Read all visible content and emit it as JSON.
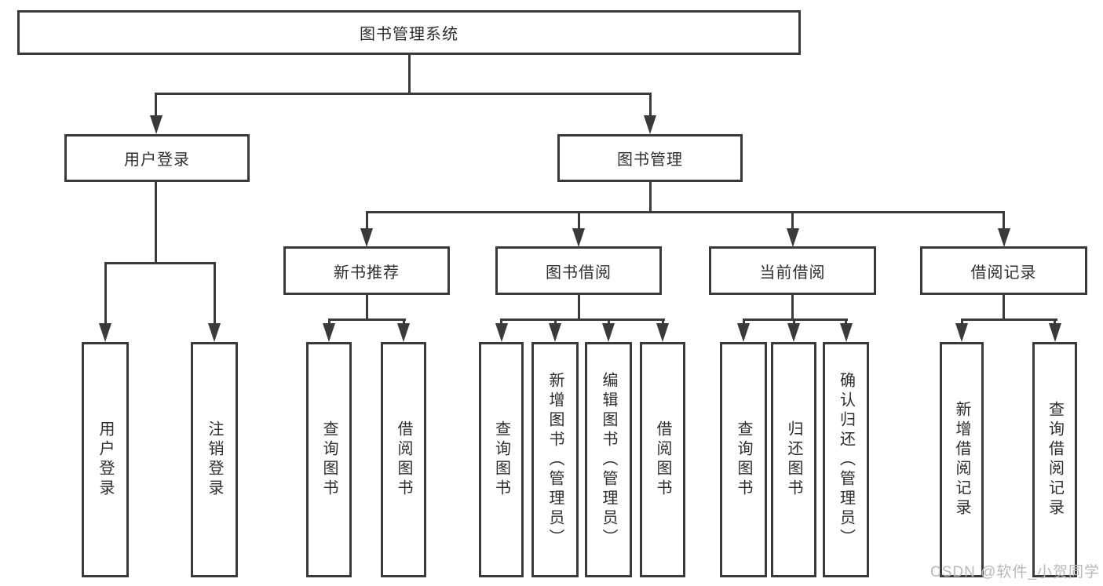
{
  "nodes": {
    "root": {
      "label": "图书管理系统"
    },
    "user_login": {
      "label": "用户登录"
    },
    "book_management": {
      "label": "图书管理"
    },
    "new_book_recommend": {
      "label": "新书推荐"
    },
    "book_borrowing": {
      "label": "图书借阅"
    },
    "current_borrowing": {
      "label": "当前借阅"
    },
    "borrow_records": {
      "label": "借阅记录"
    },
    "leaf_user_login": {
      "label": "用户登录"
    },
    "leaf_logout": {
      "label": "注销登录"
    },
    "leaf_query_books_a": {
      "label": "查询图书"
    },
    "leaf_borrow_books_a": {
      "label": "借阅图书"
    },
    "leaf_query_books_b": {
      "label": "查询图书"
    },
    "leaf_add_book_admin": {
      "label": "新增图书（管理员）"
    },
    "leaf_edit_book_admin": {
      "label": "编辑图书（管理员）"
    },
    "leaf_borrow_books_b": {
      "label": "借阅图书"
    },
    "leaf_query_books_c": {
      "label": "查询图书"
    },
    "leaf_return_book": {
      "label": "归还图书"
    },
    "leaf_confirm_return_admin": {
      "label": "确认归还（管理员）"
    },
    "leaf_add_borrow_record": {
      "label": "新增借阅记录"
    },
    "leaf_query_borrow_record": {
      "label": "查询借阅记录"
    }
  },
  "hierarchy": {
    "root": [
      "user_login",
      "book_management"
    ],
    "user_login": [
      "leaf_user_login",
      "leaf_logout"
    ],
    "book_management": [
      "new_book_recommend",
      "book_borrowing",
      "current_borrowing",
      "borrow_records"
    ],
    "new_book_recommend": [
      "leaf_query_books_a",
      "leaf_borrow_books_a"
    ],
    "book_borrowing": [
      "leaf_query_books_b",
      "leaf_add_book_admin",
      "leaf_edit_book_admin",
      "leaf_borrow_books_b"
    ],
    "current_borrowing": [
      "leaf_query_books_c",
      "leaf_return_book",
      "leaf_confirm_return_admin"
    ],
    "borrow_records": [
      "leaf_add_borrow_record",
      "leaf_query_borrow_record"
    ]
  },
  "watermark": {
    "text": "CSDN @软件_小贺同学"
  },
  "colors": {
    "line": "#3a3a3a",
    "text": "#2e2e2e",
    "watermark": "#b9b9b9",
    "background": "#ffffff"
  }
}
